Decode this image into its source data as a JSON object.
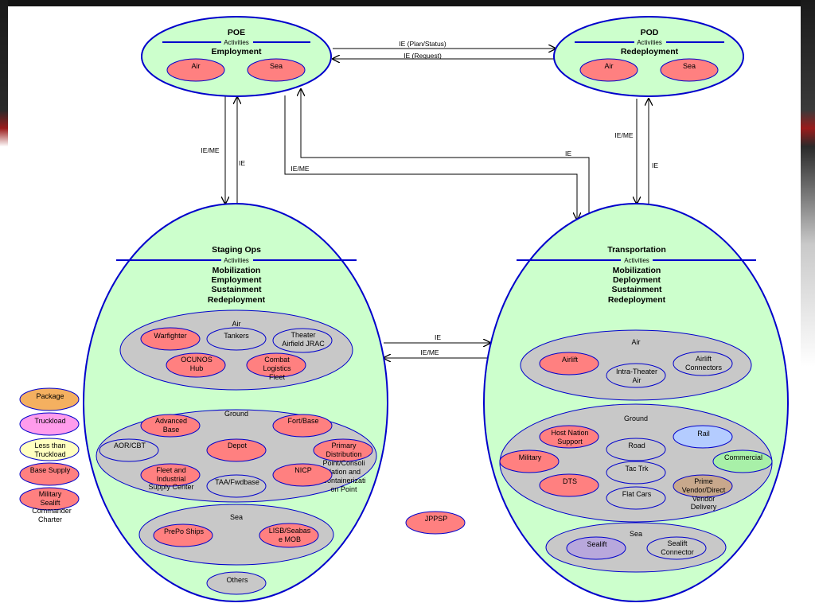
{
  "poe": {
    "title": "POE",
    "activities": "Activities",
    "subtitle": "Employment",
    "air": "Air",
    "sea": "Sea"
  },
  "pod": {
    "title": "POD",
    "activities": "Activities",
    "subtitle": "Redeployment",
    "air": "Air",
    "sea": "Sea"
  },
  "staging": {
    "title": "Staging Ops",
    "activities": "Activities",
    "lines": [
      "Mobilization",
      "Employment",
      "Sustainment",
      "Redeployment"
    ],
    "air": {
      "label": "Air",
      "warfighter": "Warfighter",
      "tankers": "Tankers",
      "theater": [
        "Theater",
        "Airfield JRAC"
      ],
      "ocunos": [
        "OCUNOS",
        "Hub"
      ],
      "combat": [
        "Combat",
        "Logistics",
        "Fleet"
      ]
    },
    "ground": {
      "label": "Ground",
      "advanced": [
        "Advanced",
        "Base"
      ],
      "fortbase": "Fort/Base",
      "aorcbt": "AOR/CBT",
      "depot": "Depot",
      "primary": [
        "Primary",
        "Distribution",
        "Point/Consoli",
        "dation and",
        "Containerizati",
        "on Point"
      ],
      "fleet": [
        "Fleet and",
        "Industrial",
        "Supply Center"
      ],
      "taa": "TAA/Fwdbase",
      "nicp": "NICP"
    },
    "sea": {
      "label": "Sea",
      "prepo": "PrePo Ships",
      "lisb": [
        "LISB/Seabas",
        "e MOB"
      ]
    },
    "others": "Others"
  },
  "transport": {
    "title": "Transportation",
    "activities": "Activities",
    "lines": [
      "Mobilization",
      "Deployment",
      "Sustainment",
      "Redeployment"
    ],
    "air": {
      "label": "Air",
      "airlift": "Airlift",
      "intra": [
        "Intra-Theater",
        "Air"
      ],
      "connectors": [
        "Airlift",
        "Connectors"
      ]
    },
    "ground": {
      "label": "Ground",
      "host": [
        "Host Nation",
        "Support"
      ],
      "rail": "Rail",
      "military": "Military",
      "road": "Road",
      "commercial": "Commercial",
      "dts": "DTS",
      "tactrk": "Tac Trk",
      "prime": [
        "Prime",
        "Vendor/Direct",
        "Vendor",
        "Delivery"
      ],
      "flatcars": "Flat Cars"
    },
    "sea": {
      "label": "Sea",
      "sealift": "Sealift",
      "connector": [
        "Sealift",
        "Connector"
      ]
    }
  },
  "legend": {
    "package": "Package",
    "truckload": "Truckload",
    "ltl": [
      "Less than",
      "Truckload"
    ],
    "base_supply": "Base Supply",
    "msc": [
      "Military",
      "Sealift",
      "Commander",
      "Charter"
    ]
  },
  "jppsp": "JPPSP",
  "edges": {
    "poe_pod_top": "IE (Plan/Status)",
    "pod_poe": "IE (Request)",
    "poe_staging_down": "IE/ME",
    "staging_poe_up": "IE",
    "transport_poe": "IE",
    "poe_transport": "IE/ME",
    "pod_transport_down": "IE/ME",
    "transport_pod_up": "IE",
    "staging_transport": "IE",
    "transport_staging": "IE/ME"
  },
  "colors": {
    "region_fill": "#ccffcc",
    "region_stroke": "#0000cc",
    "group_fill": "#c8c8c8",
    "node_red": "#ff8080",
    "node_gray": "#c8c8c8",
    "node_blue": "#b4ccff",
    "node_green": "#a8f0a8",
    "node_tan": "#c8a88c",
    "node_purple": "#b8a8dc",
    "package": "#f4b060",
    "truckload": "#ff9cec",
    "ltl": "#ffffc0"
  }
}
